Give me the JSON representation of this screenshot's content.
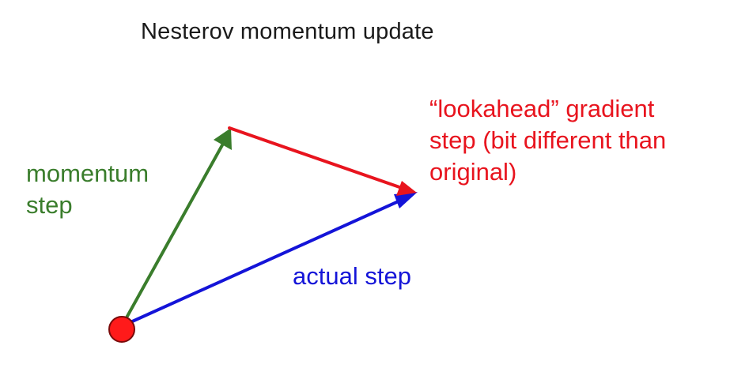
{
  "title": "Nesterov momentum update",
  "colors": {
    "momentum": "#3a7d2c",
    "gradient": "#e8141e",
    "actual": "#1414d8",
    "start_point": "#ff1a1a",
    "start_point_outline": "#7a0a0a",
    "text": "#1a1a1a"
  },
  "labels": {
    "momentum": [
      "momentum",
      "step"
    ],
    "lookahead": [
      "“lookahead” gradient",
      "step (bit different than",
      "original)"
    ],
    "actual": "actual step"
  }
}
